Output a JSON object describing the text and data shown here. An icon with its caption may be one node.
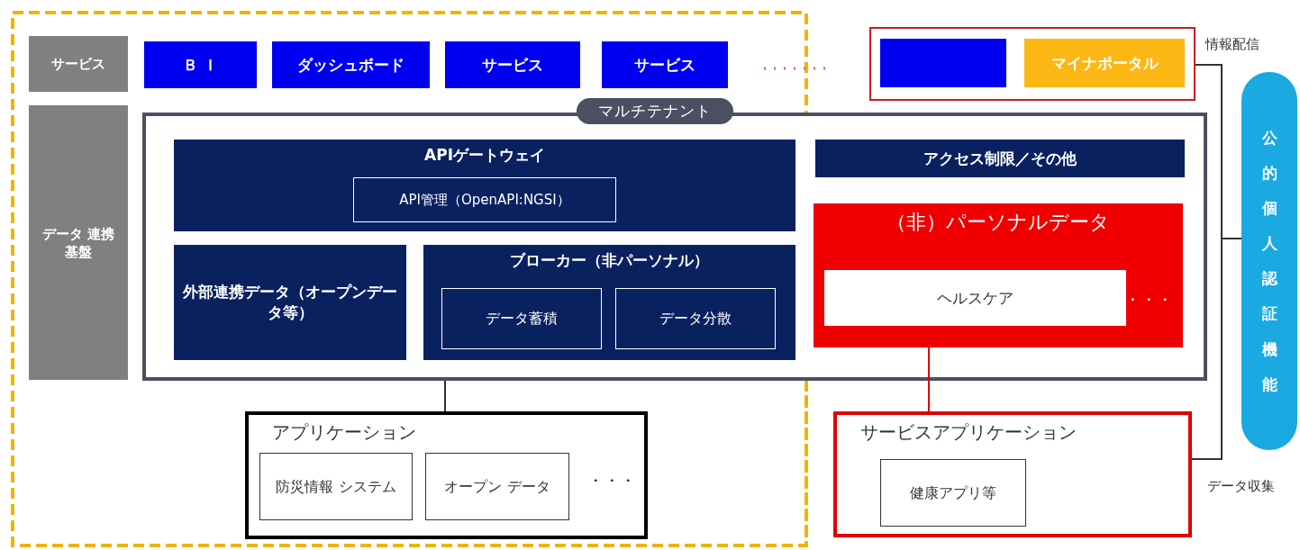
{
  "diagram": {
    "nodes": [
      {
        "text": [
          "サービス"
        ]
      },
      {
        "text": [
          "Ｂ Ｉ"
        ]
      },
      {
        "text": [
          "ダッシュボード"
        ]
      },
      {
        "text": [
          "サービス"
        ]
      },
      {
        "text": [
          "サービス"
        ]
      },
      {
        "text": [],
        "shape": "box"
      },
      {
        "text": [],
        "shape": "box",
        "in": 5
      },
      {
        "text": [
          "マイナポータル"
        ],
        "in": 5
      },
      {
        "text": [
          "データ 連携基盤"
        ]
      },
      {
        "text": [
          "マルチテナント"
        ]
      },
      {
        "text": [
          "APIゲートウェイ"
        ],
        "in": 9
      },
      {
        "text": [
          "API管理（OpenAPI:NGSI）"
        ],
        "in": 10
      },
      {
        "text": [
          "外部連携データ（オープンデータ等）"
        ],
        "in": 9
      },
      {
        "text": [
          "ブローカー（非パーソナル）"
        ],
        "in": 9
      },
      {
        "text": [
          "データ蓄積"
        ],
        "in": 13
      },
      {
        "text": [
          "データ分散"
        ],
        "in": 13
      },
      {
        "text": [
          "アクセス制限／その他"
        ],
        "in": 9
      },
      {
        "text": [
          "（非）パーソナルデータ"
        ],
        "in": 9
      },
      {
        "text": [
          "ヘルスケア"
        ],
        "in": 17
      },
      {
        "text": [
          "アプリケーション"
        ]
      },
      {
        "text": [
          "防災情報 システム"
        ],
        "in": 19
      },
      {
        "text": [
          "オープン データ"
        ],
        "in": 19
      },
      {
        "text": [
          "サービスアプリケーション"
        ]
      },
      {
        "text": [
          "健康アプリ等"
        ],
        "in": 22
      },
      {
        "text": [
          "公的個人認証機能"
        ]
      }
    ],
    "edges": [
      {
        "from": 9,
        "to": 19,
        "arrow": "none"
      },
      {
        "from": 17,
        "to": 22,
        "arrow": "none",
        "color": "#e00000"
      },
      {
        "from": 5,
        "to": 24,
        "arrow": "none"
      },
      {
        "from": 22,
        "to": 24,
        "arrow": "none"
      }
    ],
    "labels": [
      "情報配信",
      "・・・",
      "・・・",
      "データ収集"
    ]
  }
}
